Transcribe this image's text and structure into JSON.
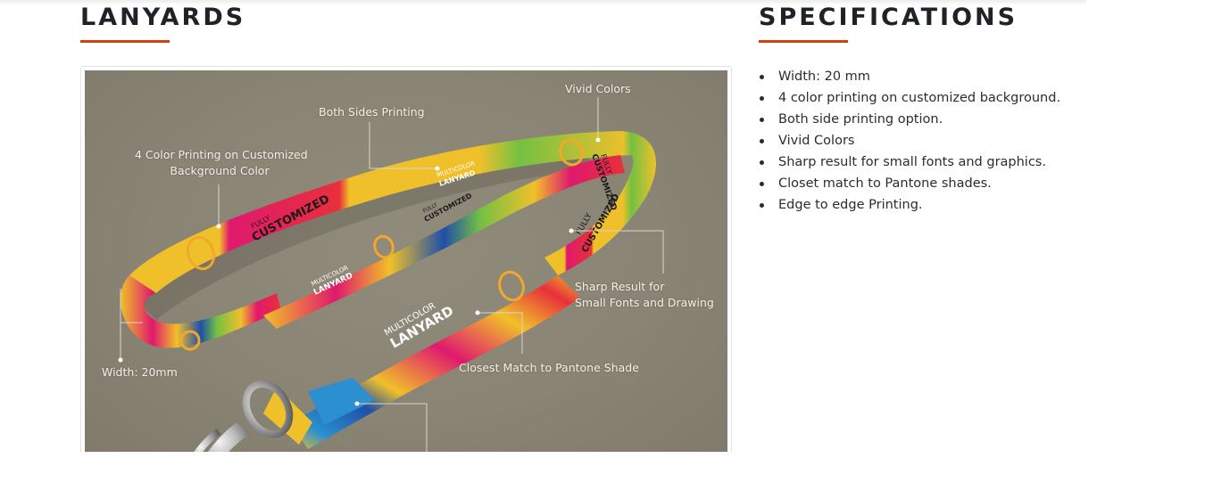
{
  "colors": {
    "title_text": "#1f2227",
    "accent_underline": "#d4410f",
    "image_background": "#8a8474",
    "lanyard_yellow": "#f0c02a",
    "lanyard_magenta": "#e0196e",
    "lanyard_red": "#e8303a",
    "lanyard_blue": "#1f4fa8",
    "lanyard_green": "#74c043"
  },
  "left_section": {
    "title": "LANYARDS",
    "image": {
      "alt": "Multicolor custom printed lanyard with callouts",
      "printed_text": {
        "fully": "FULLY",
        "customized": "CUSTOMIZED",
        "multicolor": "MULTICOLOR",
        "lanyard": "LANYARD"
      },
      "callouts": {
        "vivid_colors": "Vivid Colors",
        "both_sides": "Both Sides Printing",
        "four_color_line1": "4 Color Printing on Customized",
        "four_color_line2": "Background Color",
        "sharp_line1": "Sharp Result for",
        "sharp_line2": "Small Fonts and Drawing",
        "pantone": "Closest Match to Pantone Shade",
        "width": "Width: 20mm"
      }
    }
  },
  "right_section": {
    "title": "SPECIFICATIONS",
    "items": [
      "Width: 20 mm",
      "4 color printing on customized background.",
      "Both side printing option.",
      "Vivid Colors",
      "Sharp result for small fonts and graphics.",
      "Closet match to Pantone shades.",
      "Edge to edge Printing."
    ]
  }
}
